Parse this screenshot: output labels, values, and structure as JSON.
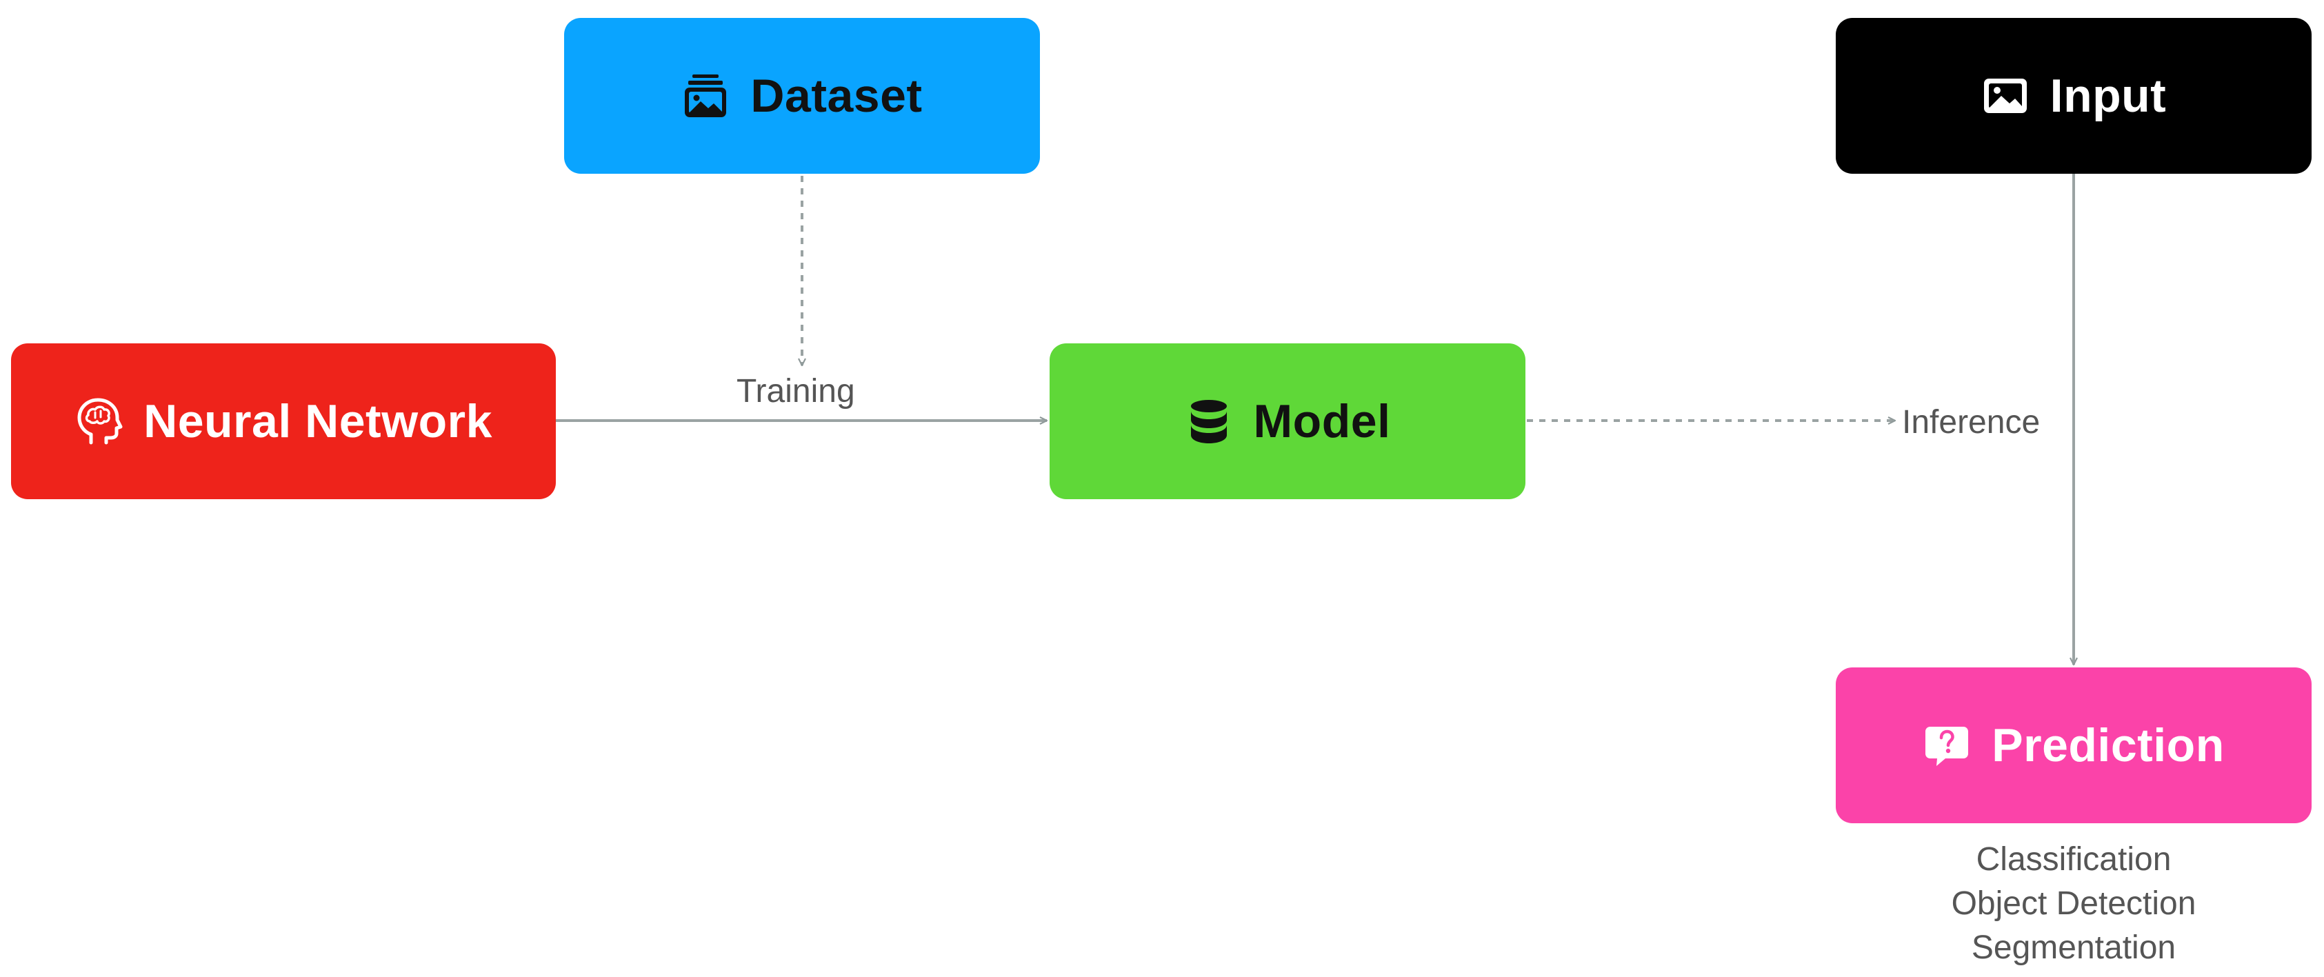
{
  "nodes": {
    "dataset": {
      "label": "Dataset",
      "icon": "stacked-images-icon",
      "color": "#0aa4ff"
    },
    "input": {
      "label": "Input",
      "icon": "image-icon",
      "color": "#000000"
    },
    "neural_network": {
      "label": "Neural Network",
      "icon": "brain-head-icon",
      "color": "#ee231b"
    },
    "model": {
      "label": "Model",
      "icon": "database-icon",
      "color": "#5fd838"
    },
    "prediction": {
      "label": "Prediction",
      "icon": "question-bubble-icon",
      "color": "#fb43a9"
    }
  },
  "edges": {
    "training": {
      "label": "Training"
    },
    "inference": {
      "label": "Inference"
    }
  },
  "prediction_tasks": [
    "Classification",
    "Object Detection",
    "Segmentation"
  ]
}
